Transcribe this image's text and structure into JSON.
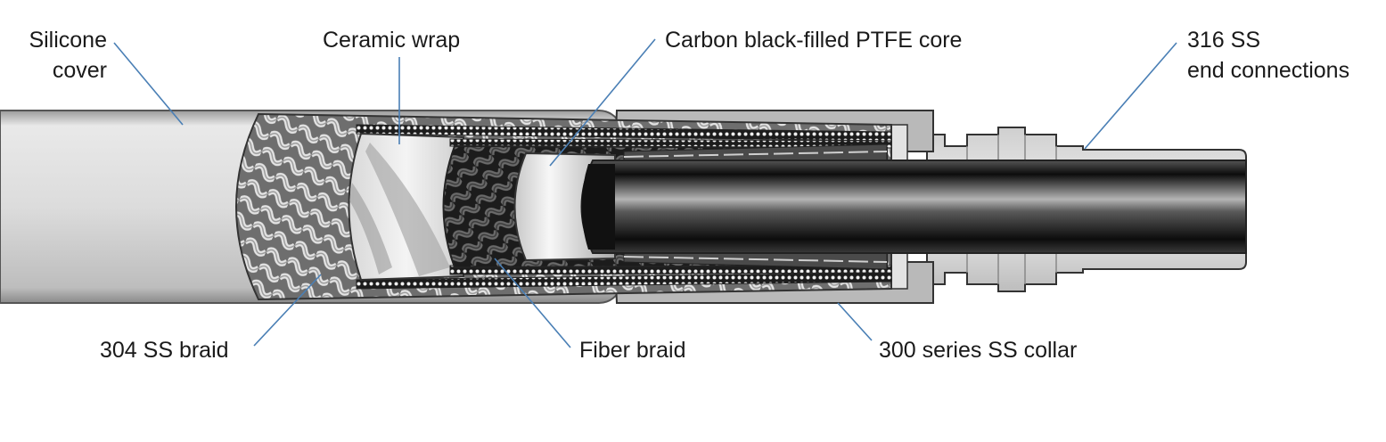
{
  "labels": {
    "silicone_cover": {
      "line1": "Silicone",
      "line2": "cover"
    },
    "ceramic_wrap": "Ceramic wrap",
    "ptfe_core": "Carbon black-filled PTFE core",
    "end_connections": {
      "line1": "316 SS",
      "line2": "end connections"
    },
    "ss_braid": "304 SS braid",
    "fiber_braid": "Fiber braid",
    "ss_collar": "300 series SS collar"
  },
  "colors": {
    "leader_line": "#4a7fb5",
    "metal_dark": "#1a1a1a",
    "metal_light": "#e8e8e8",
    "cover": "#dcdcdc"
  }
}
